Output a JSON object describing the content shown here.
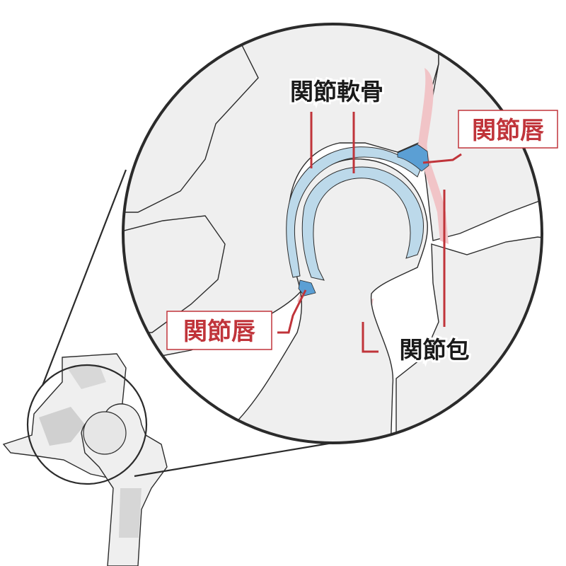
{
  "labels": {
    "cartilage": "関節軟骨",
    "labrum_right": "関節唇",
    "labrum_left": "関節唇",
    "capsule": "関節包"
  },
  "colors": {
    "outline": "#2b2b2b",
    "bone_fill": "#efefef",
    "bone_shadow": "#d0d0d0",
    "cartilage": "#bcd9ea",
    "labrum": "#5b9fd4",
    "capsule": "#f1c4c7",
    "label_red": "#c0343a",
    "label_black": "#1a1a1a"
  }
}
